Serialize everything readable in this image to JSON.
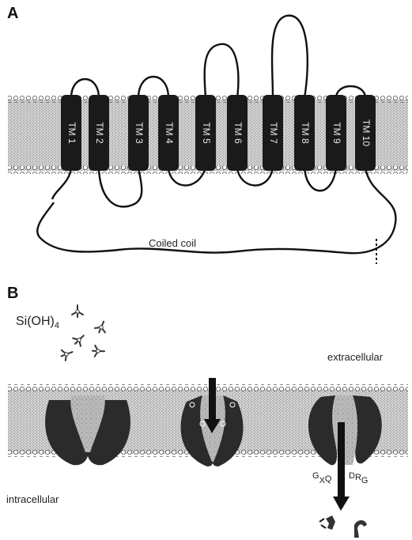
{
  "panel_a": {
    "label": "A",
    "helices": [
      "TM 1",
      "TM 2",
      "TM 3",
      "TM 4",
      "TM 5",
      "TM 6",
      "TM 7",
      "TM 8",
      "TM 9",
      "TM 10"
    ],
    "coiled_coil_label": "Coiled coil"
  },
  "panel_b": {
    "label": "B",
    "substrate": "Si(OH)",
    "substrate_subscript": "4",
    "extracellular_label": "extracellular",
    "intracellular_label": "intracellular",
    "motif_left": [
      "G",
      "X",
      "Q"
    ],
    "motif_right": [
      "D",
      "R",
      "G"
    ]
  },
  "colors": {
    "membrane_gray": "#9a9a9a",
    "helix_black": "#1a1a1a",
    "protein_dark": "#2b2b2b",
    "pore_light": "#bdbdbd"
  }
}
